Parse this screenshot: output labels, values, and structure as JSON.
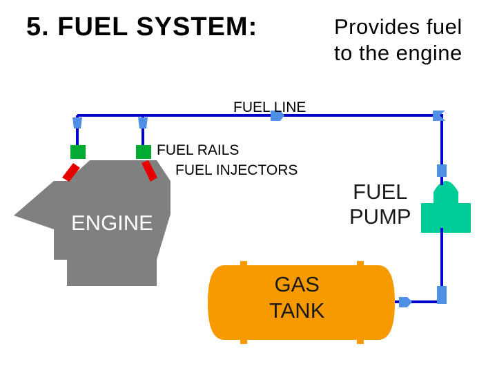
{
  "title": "5.  FUEL SYSTEM:",
  "subtitle": "Provides fuel\nto the engine",
  "labels": {
    "fuel_line": "FUEL LINE",
    "fuel_rails": "FUEL RAILS",
    "fuel_injectors": "FUEL INJECTORS",
    "fuel_pump": "FUEL\nPUMP",
    "engine": "ENGINE",
    "gas_tank": "GAS\nTANK"
  },
  "colors": {
    "fuel_line": "#0000cc",
    "fitting": "#4f8fe6",
    "engine": "#808080",
    "tank": "#f79a00",
    "pump": "#00cc99",
    "rail": "#00aa33",
    "injector": "#e60000"
  }
}
